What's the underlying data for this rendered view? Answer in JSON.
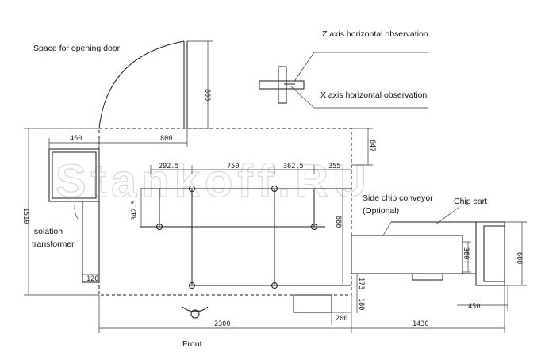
{
  "labels": {
    "door_space": "Space for opening door",
    "z_axis": "Z axis horizontal observation",
    "x_axis": "X axis horizontal observation",
    "isolation_1": "Isolation",
    "isolation_2": "transformer",
    "side_chip_1": "Side chip conveyor",
    "side_chip_2": "(Optional)",
    "chip_cart": "Chip cart",
    "front": "Front"
  },
  "dimensions": {
    "d800_door": "800",
    "d460": "460",
    "d800_top": "800",
    "d647": "647",
    "d1510": "1510",
    "d292": "292.5",
    "d750": "750",
    "d362": "362.5",
    "d355": "355",
    "d342": "342.5",
    "d880": "880",
    "d120": "120",
    "d360": "360",
    "d600": "600",
    "d173": "173",
    "d180": "180",
    "d200": "200",
    "d450": "450",
    "d2300": "2300",
    "d1430": "1430"
  },
  "watermark": "Stankoff.RU"
}
